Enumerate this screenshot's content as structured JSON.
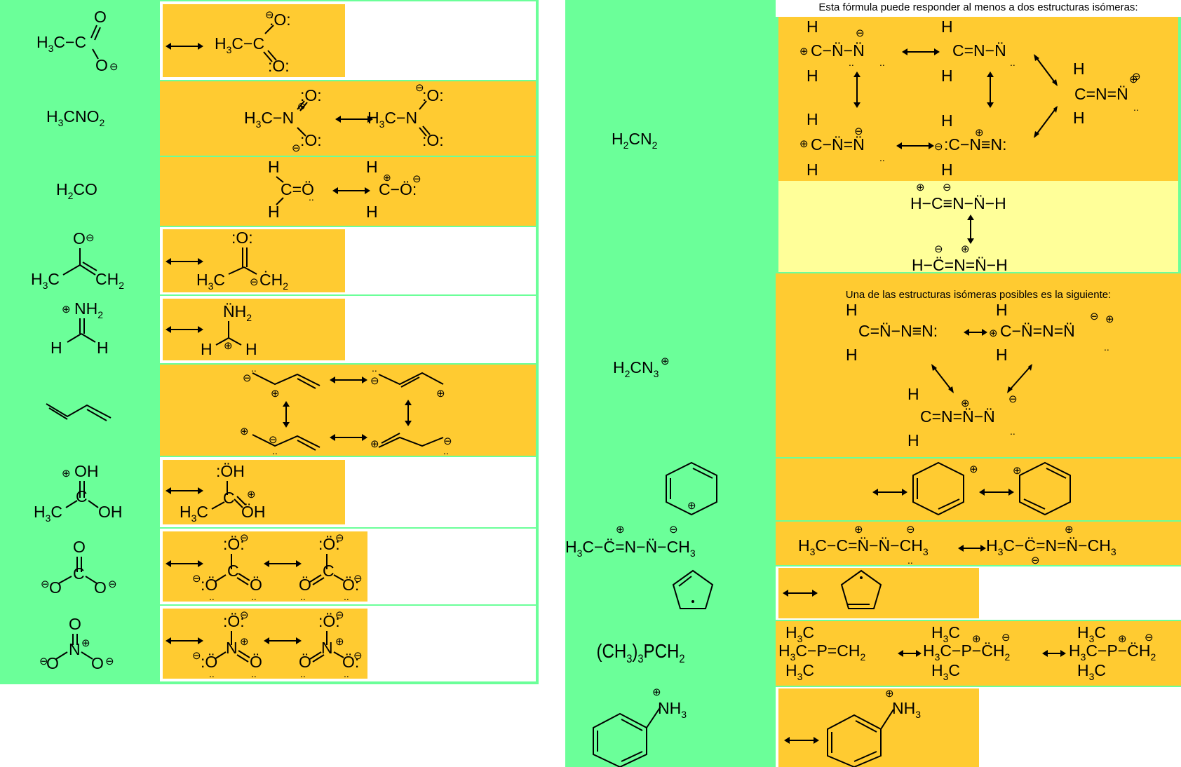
{
  "left": {
    "rows": [
      {
        "formula": "H3C-CO2⊖"
      },
      {
        "formula": "H3CNO2"
      },
      {
        "formula": "H2CO"
      },
      {
        "formula": "CH3C(O⊖)=CH2"
      },
      {
        "formula": "⊕NH2=CH2"
      },
      {
        "formula": "butadiene"
      },
      {
        "formula": "CH3C(OH)OH⊕"
      },
      {
        "formula": "CO3 2-"
      },
      {
        "formula": "NO3-"
      }
    ]
  },
  "right": {
    "caption1": "Esta fórmula puede responder al menos a dos estructuras isómeras:",
    "caption2": "Una de las estructuras isómeras posibles es la siguiente:",
    "rows": [
      {
        "formula": "H2CN2"
      },
      {
        "formula": "H2CN3⊕"
      },
      {
        "formula": "C6H5⊕"
      },
      {
        "formula": "H3C-C=N-N-CH3"
      },
      {
        "formula": "C5H5•"
      },
      {
        "formula": "(CH3)3PCH2"
      },
      {
        "formula": "C6H5NH3⊕"
      }
    ]
  },
  "colors": {
    "green": "#6bff99",
    "orange": "#ffcb31",
    "yellow": "#ffff99",
    "white": "#ffffff"
  }
}
